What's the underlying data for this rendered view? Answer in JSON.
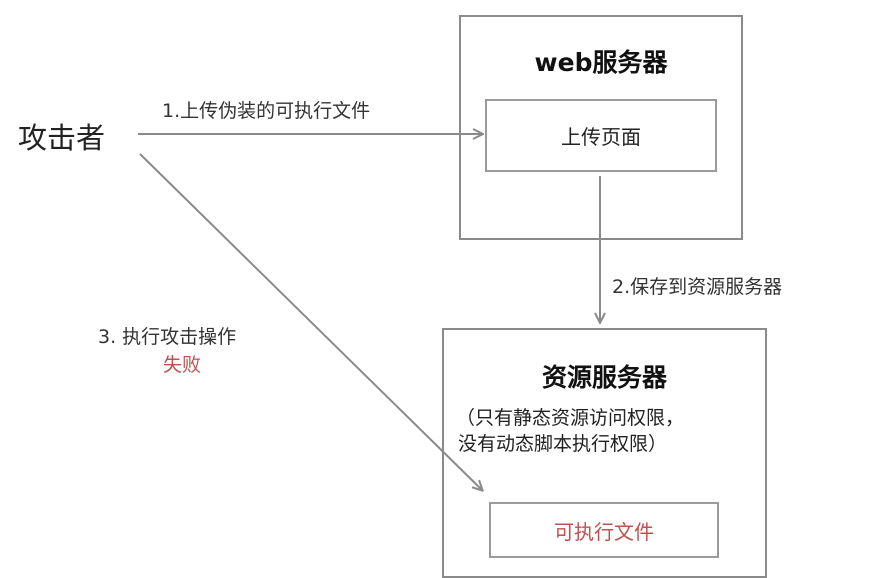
{
  "attacker": {
    "label": "攻击者"
  },
  "web_server": {
    "title": "web服务器",
    "upload_page": "上传页面"
  },
  "resource_server": {
    "title": "资源服务器",
    "note_line1": "（只有静态资源访问权限，",
    "note_line2": "没有动态脚本执行权限）",
    "executable_file": "可执行文件"
  },
  "steps": {
    "step1": "1.上传伪装的可执行文件",
    "step2": "2.保存到资源服务器",
    "step3": "3. 执行攻击操作",
    "step3_result": "失败"
  },
  "colors": {
    "border": "#8a8a8a",
    "arrow": "#8a8a8a",
    "fail_red": "#c0504d"
  }
}
